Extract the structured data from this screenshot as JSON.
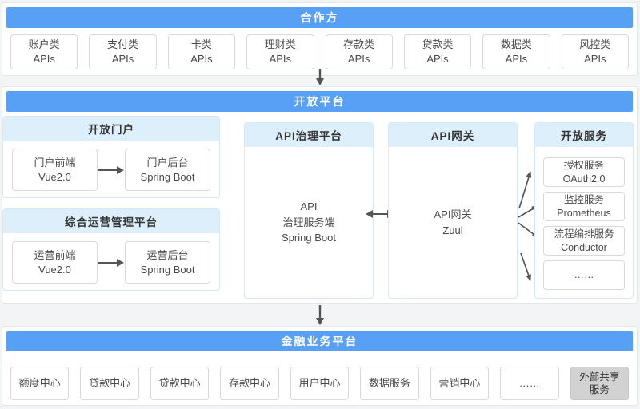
{
  "colors": {
    "header_blue": "#57a0f6",
    "subpanel_header_bg": "#ddeffb",
    "page_bg": "#f3f4f6",
    "box_border": "#d9d9d9",
    "panel_border": "#d5e9f7",
    "arrow": "#555555",
    "external_box_bg": "#d2d2d2"
  },
  "partners": {
    "title": "合作方",
    "apis": [
      {
        "line1": "账户类",
        "line2": "APIs"
      },
      {
        "line1": "支付类",
        "line2": "APIs"
      },
      {
        "line1": "卡类",
        "line2": "APIs"
      },
      {
        "line1": "理财类",
        "line2": "APIs"
      },
      {
        "line1": "存款类",
        "line2": "APIs"
      },
      {
        "line1": "贷款类",
        "line2": "APIs"
      },
      {
        "line1": "数据类",
        "line2": "APIs"
      },
      {
        "line1": "风控类",
        "line2": "APIs"
      }
    ]
  },
  "open_platform": {
    "title": "开放平台",
    "portal": {
      "title": "开放门户",
      "frontend": {
        "line1": "门户前端",
        "line2": "Vue2.0"
      },
      "backend": {
        "line1": "门户后台",
        "line2": "Spring Boot"
      }
    },
    "ops": {
      "title": "综合运营管理平台",
      "frontend": {
        "line1": "运营前端",
        "line2": "Vue2.0"
      },
      "backend": {
        "line1": "运营后台",
        "line2": "Spring Boot"
      }
    },
    "governance": {
      "title": "API治理平台",
      "line1": "API",
      "line2": "治理服务端",
      "line3": "Spring Boot"
    },
    "gateway": {
      "title": "API网关",
      "line1": "API网关",
      "line2": "Zuul"
    },
    "services": {
      "title": "开放服务",
      "items": [
        {
          "line1": "授权服务",
          "line2": "OAuth2.0"
        },
        {
          "line1": "监控服务",
          "line2": "Prometheus"
        },
        {
          "line1": "流程编排服务",
          "line2": "Conductor"
        },
        {
          "line1": "……",
          "line2": ""
        }
      ]
    }
  },
  "financial": {
    "title": "金融业务平台",
    "centers": [
      "额度中心",
      "贷款中心",
      "贷款中心",
      "存款中心",
      "用户中心",
      "数据服务",
      "营销中心",
      "……"
    ],
    "external": {
      "line1": "外部共享",
      "line2": "服务"
    }
  }
}
